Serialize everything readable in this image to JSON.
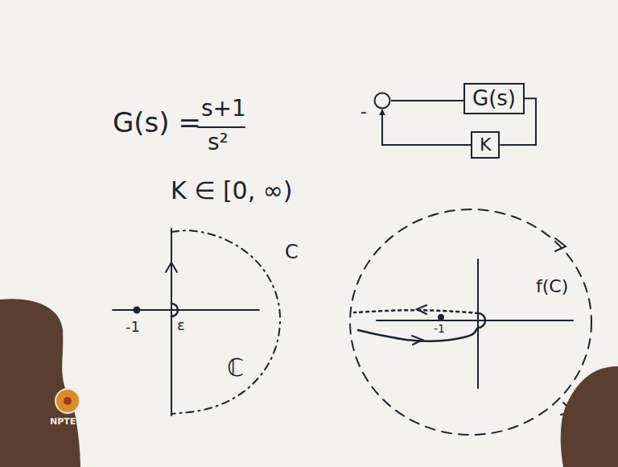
{
  "diagram": {
    "nodes": [
      {
        "text": [
          "-"
        ]
      },
      {
        "text": [
          "G(s)"
        ]
      },
      {
        "text": [
          "K"
        ]
      }
    ],
    "edges": [
      {
        "from": 0,
        "to": 1,
        "arrow": "none"
      },
      {
        "from": 1,
        "to": 2,
        "arrow": "none"
      },
      {
        "from": 2,
        "to": 0,
        "arrow": "to"
      }
    ],
    "labels": [
      "G(s) =",
      "s+1",
      "s²",
      "K ∈ [0, ∞)",
      "-1",
      "ε",
      "C",
      "ℂ",
      "-1",
      "f(C)",
      "NPTEL"
    ]
  }
}
